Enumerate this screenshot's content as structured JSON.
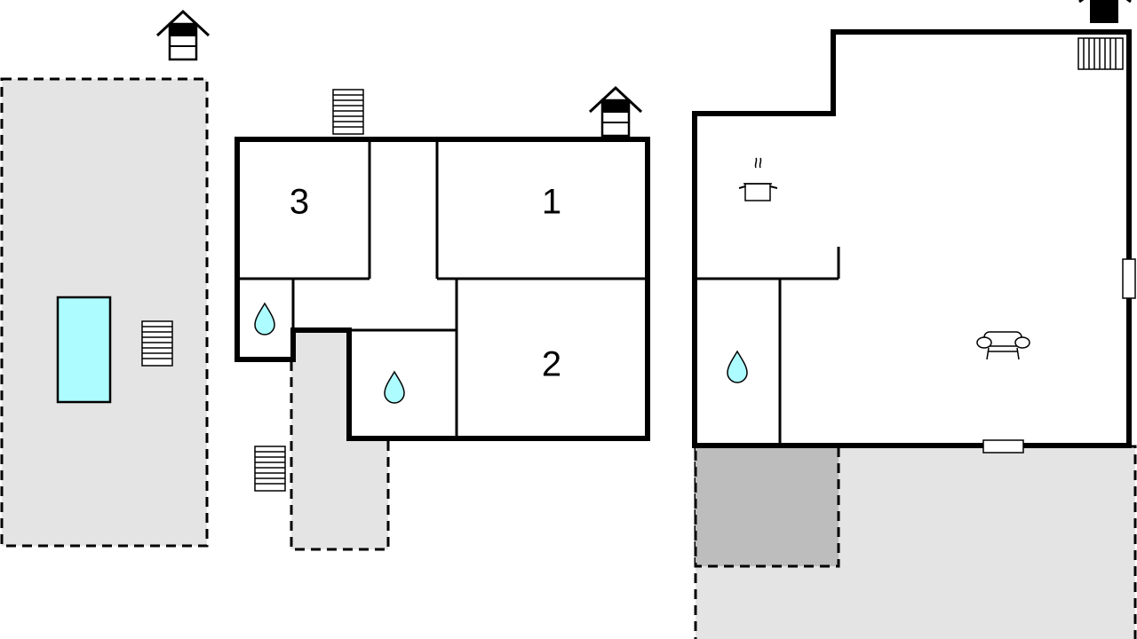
{
  "rooms": {
    "bedroom_1": {
      "label": "1"
    },
    "bedroom_2": {
      "label": "2"
    },
    "bedroom_3": {
      "label": "3"
    }
  },
  "colors": {
    "wall": "#000000",
    "terrace": "#e4e4e4",
    "covered_terrace": "#bdbdbd",
    "pool": "#adfcff",
    "water": "#adfcff"
  },
  "icons": [
    "entrance-icon",
    "stairs-icon",
    "bathroom-icon",
    "kitchen-icon",
    "sofa-icon",
    "window-icon",
    "pool"
  ]
}
